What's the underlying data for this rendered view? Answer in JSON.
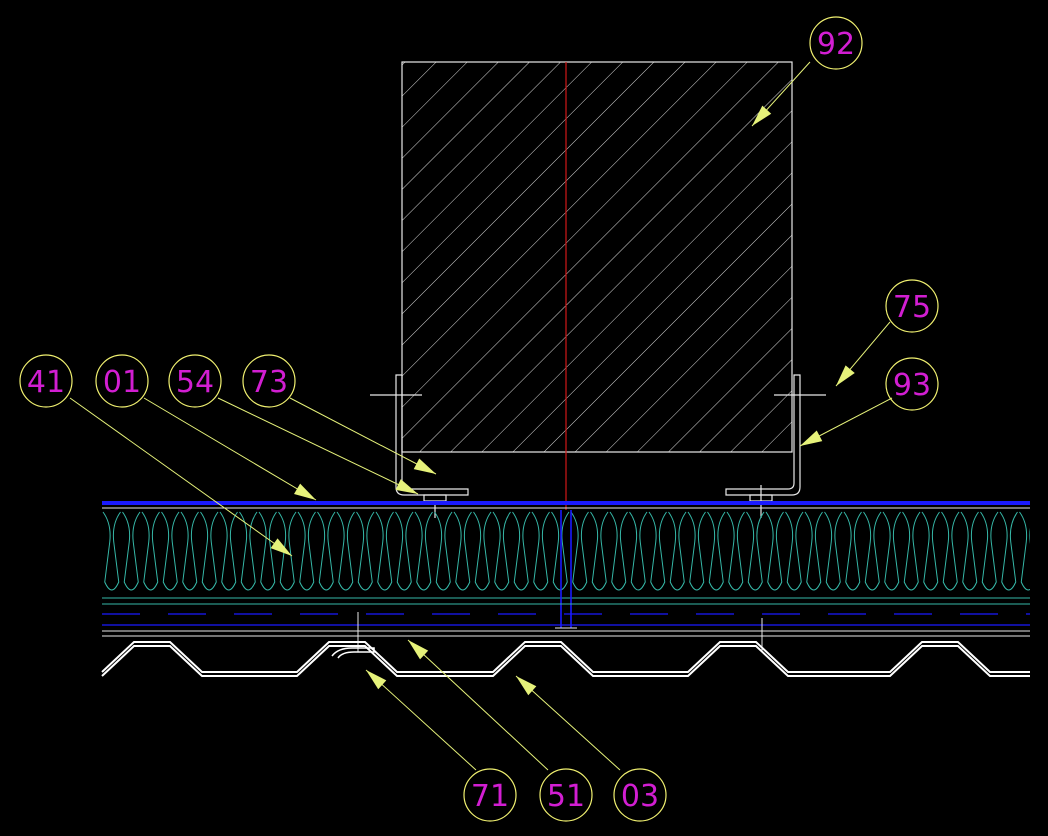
{
  "drawing": {
    "background": "#000000",
    "colors": {
      "outline": "#e8e8e8",
      "hatch": "#d8d8d8",
      "axis": "#d01818",
      "membrane": "#1a1aff",
      "insulation": "#36b8a8",
      "leader": "#e6f27a",
      "bubble": "#f0f070",
      "tag_text": "#d21ed2",
      "deck": "#ffffff"
    },
    "tags": [
      "92",
      "75",
      "93",
      "41",
      "01",
      "54",
      "73",
      "71",
      "51",
      "03"
    ]
  }
}
